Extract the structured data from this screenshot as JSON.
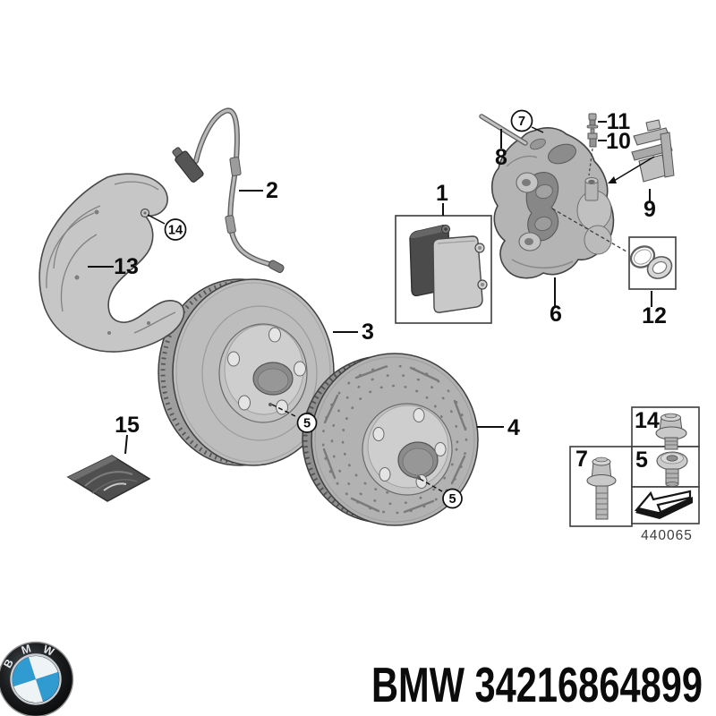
{
  "diagram": {
    "code": "440065",
    "callouts": {
      "n1": "1",
      "n2": "2",
      "n3": "3",
      "n4": "4",
      "n5": "5",
      "n6": "6",
      "n7": "7",
      "n8": "8",
      "n9": "9",
      "n10": "10",
      "n11": "11",
      "n12": "12",
      "n13": "13",
      "n14": "14",
      "n15": "15"
    }
  },
  "footer": {
    "brand": "BMW",
    "part_text": "BMW 34216864899"
  },
  "colors": {
    "bmw_blue": "#2f9bd0",
    "line_art_gray": "#b5b5b5"
  }
}
